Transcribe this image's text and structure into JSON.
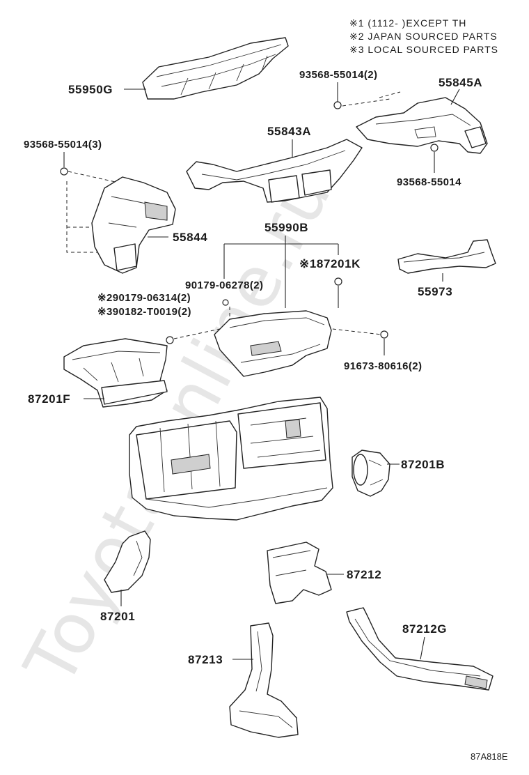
{
  "watermark": "ToyotaOnline.ru",
  "notes": {
    "n1": "※1 (1112-      )EXCEPT TH",
    "n2": "※2 JAPAN SOURCED PARTS",
    "n3": "※3 LOCAL SOURCED PARTS"
  },
  "labels": {
    "p55950G": "55950G",
    "p55845A": "55845A",
    "p55843A": "55843A",
    "p55844": "55844",
    "p55990B": "55990B",
    "p187201K": "※187201K",
    "p55973": "55973",
    "p87201F": "87201F",
    "p87201B": "87201B",
    "p87212": "87212",
    "p87201": "87201",
    "p87212G": "87212G",
    "p87213": "87213",
    "b93568_2": "93568-55014(2)",
    "b93568_3": "93568-55014(3)",
    "b93568": "93568-55014",
    "b90179_06278": "90179-06278(2)",
    "b90179_06314": "※290179-06314(2)",
    "b90182": "※390182-T0019(2)",
    "b91673": "91673-80616(2)"
  },
  "diagram_code": "87A818E"
}
